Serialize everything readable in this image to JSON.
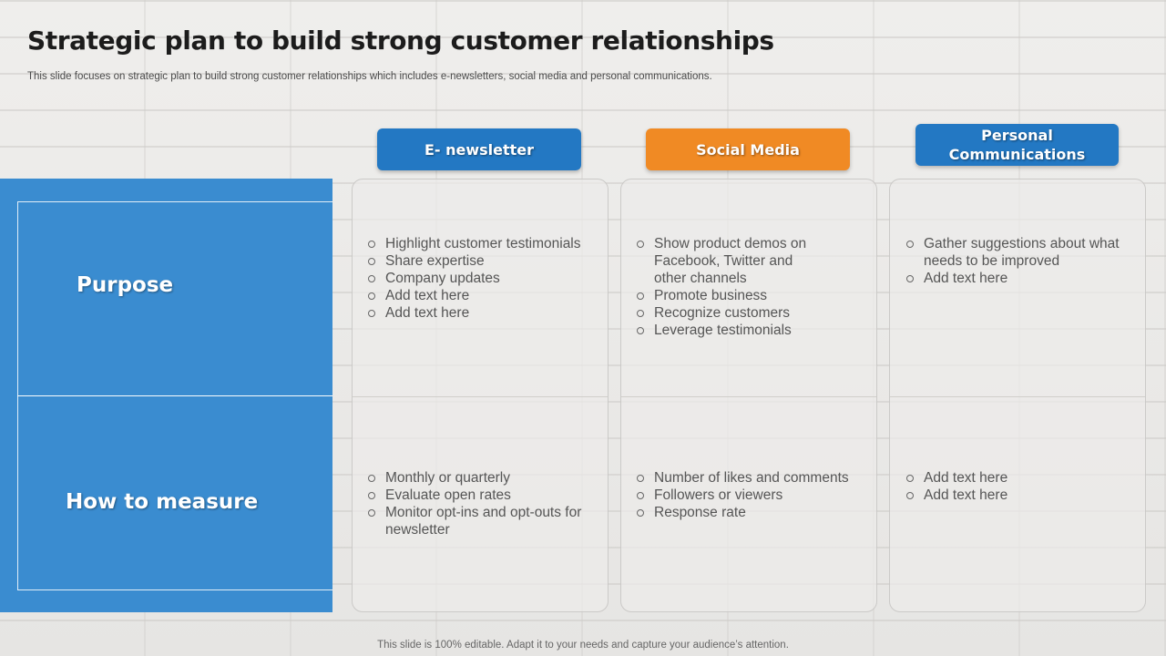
{
  "slide": {
    "title": "Strategic plan to build strong customer relationships",
    "subtitle": "This slide focuses on strategic plan to build strong customer relationships which includes e-newsletters, social media and personal communications.",
    "footer": "This slide is 100% editable. Adapt it to your needs and capture your audience’s attention."
  },
  "columns": [
    {
      "header": "E- newsletter",
      "color": "#2378c3",
      "purpose": [
        "Highlight customer testimonials",
        "Share expertise",
        "Company updates",
        "Add text here",
        "Add text here"
      ],
      "measure": [
        "Monthly  or quarterly",
        "Evaluate open rates",
        "Monitor opt-ins and opt-outs for newsletter"
      ]
    },
    {
      "header": "Social Media",
      "color": "#f08a24",
      "purpose": [
        "Show product demos on Facebook, Twitter and other channels",
        "Promote business",
        "Recognize customers",
        "Leverage testimonials"
      ],
      "measure": [
        "Number of likes and comments",
        "Followers or viewers",
        "Response rate"
      ]
    },
    {
      "header": "Personal Communications",
      "color": "#2378c3",
      "purpose": [
        "Gather suggestions about what needs to be improved",
        "Add text here"
      ],
      "measure": [
        "Add text here",
        "Add text here"
      ]
    }
  ],
  "rows": {
    "purpose_label": "Purpose",
    "measure_label": "How to measure"
  },
  "colors": {
    "left_panel": "#3a8cd0",
    "accent_blue": "#2378c3",
    "accent_orange": "#f08a24"
  }
}
